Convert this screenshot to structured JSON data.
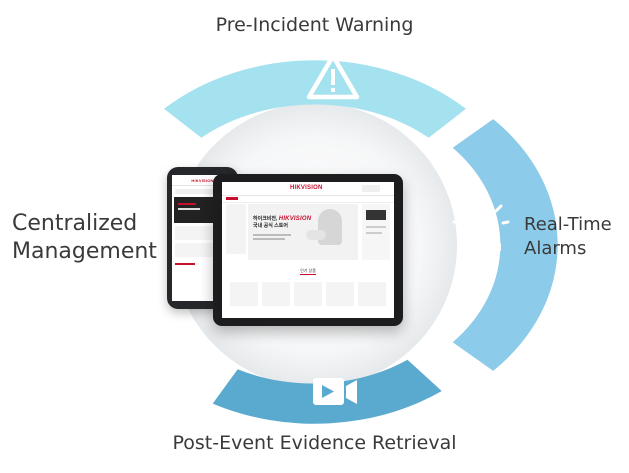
{
  "stages": {
    "top": "Pre-Incident Warning",
    "right_line1": "Real-Time",
    "right_line2": "Alarms",
    "bottom": "Post-Event Evidence Retrieval",
    "left_line1": "Centralized",
    "left_line2": "Management"
  },
  "icons": {
    "top": "warning-triangle-icon",
    "right": "siren-alarm-icon",
    "bottom": "video-camera-icon"
  },
  "device_screen": {
    "brand": "HIKVISION",
    "headline_line1": "하이크비전,",
    "headline_brand": "HIKVISION",
    "headline_line2": "국내 공식 스토어",
    "section_title": "인기 상품"
  },
  "colors": {
    "segment_top": "#a4e2ef",
    "segment_right": "#8ccbea",
    "segment_bottom": "#5aaacf",
    "brand_red": "#c8102e",
    "label_text": "#3a3a3a"
  }
}
